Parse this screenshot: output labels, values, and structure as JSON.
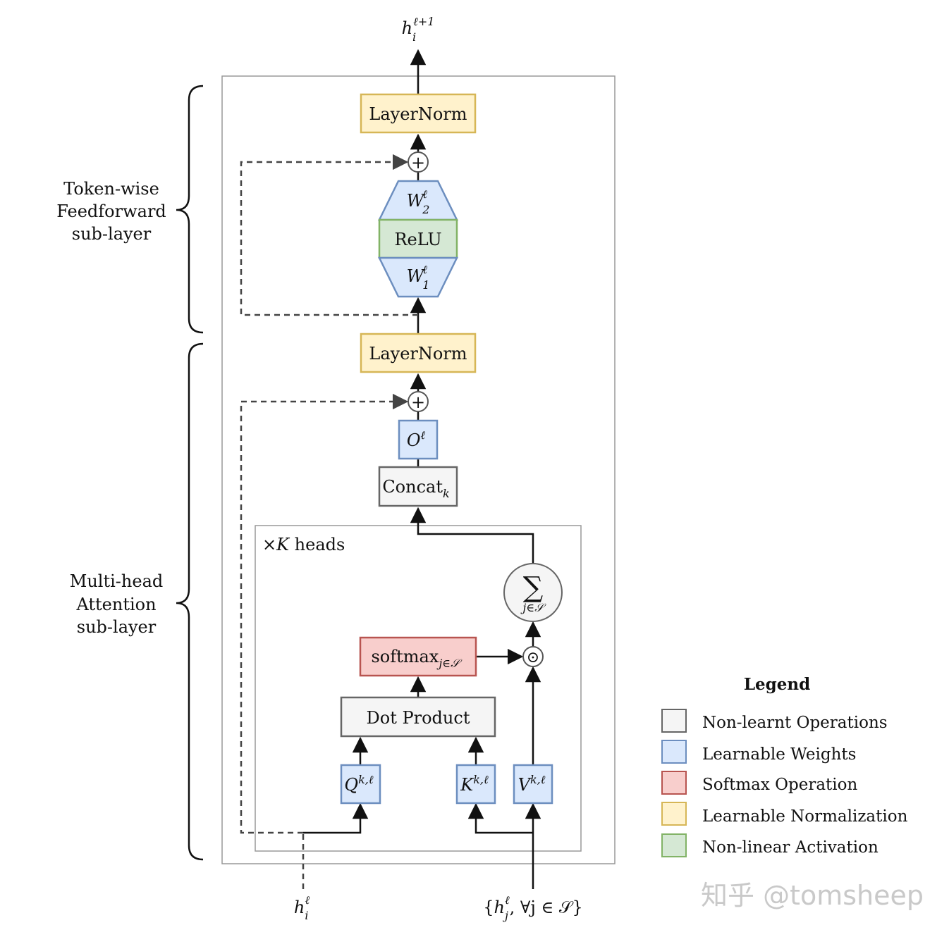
{
  "output_label": {
    "base": "h",
    "sub": "i",
    "sup": "ℓ+1"
  },
  "blocks": {
    "layernorm_top": "LayerNorm",
    "w2": {
      "base": "W",
      "sub": "2",
      "sup": "ℓ"
    },
    "relu": "ReLU",
    "w1": {
      "base": "W",
      "sub": "1",
      "sup": "ℓ"
    },
    "layernorm_bottom": "LayerNorm",
    "o": {
      "base": "O",
      "sup": "ℓ"
    },
    "concat": {
      "base": "Concat",
      "sub": "k"
    },
    "heads": {
      "prefix": "×",
      "k": "K",
      "suffix": " heads"
    },
    "sum": {
      "symbol": "∑",
      "sub": "j∈𝒮"
    },
    "softmax": {
      "base": "softmax",
      "sub": "j∈𝒮"
    },
    "hadamard": "⊙",
    "dot_product": "Dot Product",
    "q": {
      "base": "Q",
      "sup": "k,ℓ"
    },
    "k": {
      "base": "K",
      "sup": "k,ℓ"
    },
    "v": {
      "base": "V",
      "sup": "k,ℓ"
    },
    "plus": "+"
  },
  "inputs": {
    "hi": {
      "base": "h",
      "sub": "i",
      "sup": "ℓ"
    },
    "hj": {
      "open": "{",
      "base": "h",
      "sub": "j",
      "sup": "ℓ",
      "rest": ", ∀j ∈ 𝒮}"
    }
  },
  "side_labels": {
    "ffn": [
      "Token-wise",
      "Feedforward",
      "sub-layer"
    ],
    "mha": [
      "Multi-head",
      "Attention",
      "sub-layer"
    ]
  },
  "legend": {
    "title": "Legend",
    "items": [
      {
        "label": "Non-learnt Operations",
        "fill": "#f5f5f5",
        "stroke": "#666666"
      },
      {
        "label": "Learnable Weights",
        "fill": "#dae8fc",
        "stroke": "#6c8ebf"
      },
      {
        "label": "Softmax Operation",
        "fill": "#f8cecc",
        "stroke": "#b85450"
      },
      {
        "label": "Learnable Normalization",
        "fill": "#fff2cc",
        "stroke": "#d6b656"
      },
      {
        "label": "Non-linear Activation",
        "fill": "#d5e8d4",
        "stroke": "#82b366"
      }
    ]
  },
  "watermark": "知乎 @tomsheep",
  "colors": {
    "gray_fill": "#f5f5f5",
    "gray_stroke": "#666666",
    "blue_fill": "#dae8fc",
    "blue_stroke": "#6c8ebf",
    "red_fill": "#f8cecc",
    "red_stroke": "#b85450",
    "yellow_fill": "#fff2cc",
    "yellow_stroke": "#d6b656",
    "green_fill": "#d5e8d4",
    "green_stroke": "#82b366"
  }
}
